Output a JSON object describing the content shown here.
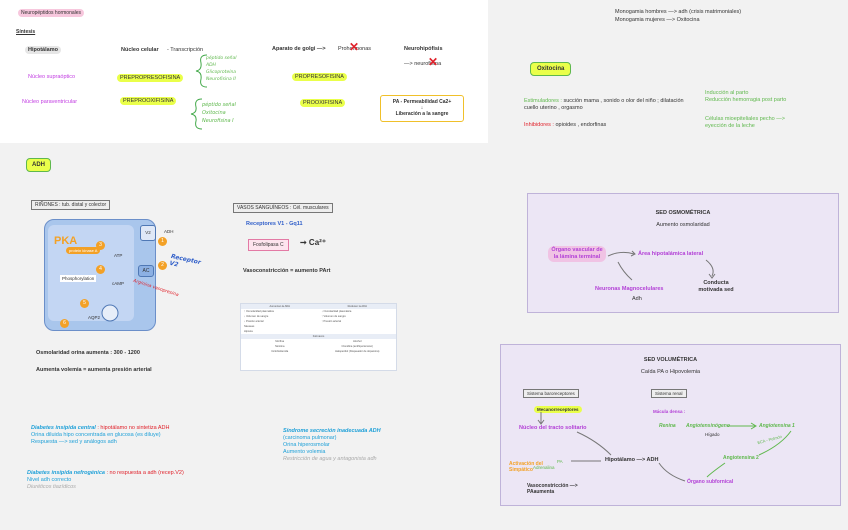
{
  "top": {
    "title": "Neuropéptidos hormonales",
    "sintesis_label": "Síntesis",
    "headers": [
      "Hipotálamo",
      "Núcleo celular",
      "Aparato de golgi —>",
      "Neurohipófisis"
    ],
    "transcripcion": "- Transcripción",
    "golgi_suffix": "Prohormonas",
    "neurohip_suffix": "—> neurofisina",
    "nucleo_supraoptico": "Núcleo supraóptico",
    "nucleo_paraventricular": "Núcleo paraventricular",
    "pre1": "PREPROPRESOFISINA",
    "pre2": "PREPROOXIFISINA",
    "pro1": "PROPRESOFISINA",
    "pro2": "PROOXIFISINA",
    "hand_top": [
      "péptido señal",
      "ADH",
      "Glicoproteína",
      "Neurofisina II"
    ],
    "hand_bottom": [
      "péptido señal",
      "Oxitocina",
      "Neurofisina I"
    ],
    "pa_box": "PA - Permeabilidad Ca2+",
    "pa_arrow": "↓",
    "pa_box2": "Liberación a la sangre",
    "right_line1": "Monogamia hombres —> adh (crisis matrimoniales)",
    "right_line2": "Monogamia mujeres —> Oxitocina",
    "oxitocina_label": "Oxitocina",
    "estimuladores_label": "Estimuladores :",
    "estimuladores_text": "succión mama , sonido o olor del niño ; dilatación cuello uterino , orgasmo",
    "inhibidores_label": "Inhibidores :",
    "inhibidores_text": "opioides , endorfinas",
    "induccion1": "Inducción al parto",
    "induccion2": "Reducción hemorragia post parto",
    "celulas1": "Células mioepiteliales pecho —>",
    "celulas2": "eyección de la leche"
  },
  "adh": {
    "label": "ADH",
    "rinones_label": "RIÑONES : tub. distal y colector",
    "vasos_label": "VASOS SANGUÍNEOS : Cél. musculares",
    "receptores": "Receptores V1 - Gq11",
    "fosfolipasa": "Fosfolipasa C",
    "vasoconstriccion": "Vasoconstricción = aumento PArt",
    "osmolaridad": "Osmolaridad orina aumenta :  300 - 1200",
    "volemia": "Aumenta volemia = aumenta presión arterial",
    "pka": "PKA",
    "protein_kinase": "protein kinase A",
    "phosphorylation": "Phosphorylation",
    "atp": "ATP",
    "camp": "cAMP",
    "ac": "AC",
    "aqp2": "AQP2",
    "v2r": "V2",
    "adh_tag": "ADH",
    "hand_v2": "Receptor V2",
    "hand_anatomy": "Arginina vasopresina",
    "table_head": [
      "Aumentan la ADH",
      "Reducen la ADH"
    ],
    "table_rows": [
      [
        "↑ Osmolaridad plasmática",
        "↓ Osmolaridad plasmática"
      ],
      [
        "↓ Volumen de sangre",
        "↑ Volumen de sangre"
      ],
      [
        "↓ Presión arterial",
        "↑ Presión arterial"
      ],
      [
        "Náuseas",
        ""
      ],
      [
        "Hipoxia",
        ""
      ]
    ],
    "table_sub": "Fármacos",
    "table_rows2": [
      [
        "Morfina",
        "Alcohol"
      ],
      [
        "Nicotina",
        "Clonidina (antihipertensivo)"
      ],
      [
        "Ciclofosfamida",
        "Haloperidol (bloqueador de dopamina)"
      ]
    ]
  },
  "diabetes": {
    "central_title": "Diabetes insípida central",
    "central_desc": ": hipotálamo no sintetiza ADH",
    "central_l1": "Orina diluida hipo concentrada en glucosa (es diluye)",
    "central_l2": "Respuesta —> sed  y  análogos adh",
    "nefro_title": "Diabetes insípida nefrogénica",
    "nefro_desc": ": no respuesta a adh (recep.V2)",
    "nefro_l1": "Nivel adh correcto",
    "nefro_l2": "Diuréticos tiazídicos",
    "siadh_title": "Síndrome secreción inadecuada ADH",
    "siadh_l1": "(carcinoma pulmonar)",
    "siadh_l2": "Orina hiperosmolar",
    "siadh_l3": "Aumento volemia",
    "siadh_l4": "Restricción de agua y antagonista adh"
  },
  "sed_osmo": {
    "title": "SED OSMOMÉTRICA",
    "subtitle": "Aumento osmolaridad",
    "organo": "Órgano vascular de la lámina terminal",
    "area": "Área hipotalámica lateral",
    "neuronas": "Neuronas Magnocelulares",
    "adh": "Adh",
    "conducta": "Conducta motivada sed"
  },
  "sed_vol": {
    "title": "SED VOLUMÉTRICA",
    "subtitle": "Caída PA o Hipovolemia",
    "sistema1": "Sistema baroreceptores",
    "sistema2": "Sistema renal",
    "mecano": "Mecanorreceptores",
    "barorreceptores": "Barorreceptores",
    "nucleo": "Núcleo del tracto solitario",
    "hipotalamo": "Hipotálamo —> ADH",
    "macula": "Mácula densa :",
    "renina": "Renina",
    "angiotensinogeno": "Angiotensinógeno",
    "higado": "Hígado",
    "ang1": "Angiotensina 1",
    "eca": "ECA - Pulmón",
    "ang2": "Angiotensina 2",
    "organo_sub": "Órgano subfornical",
    "activacion": "Activación del Simpático",
    "pa": "PA",
    "adrenal": "Adrenalina",
    "vaso": "Vasoconstricción —> PAaumenta"
  },
  "colors": {
    "yellow": "#eaff4a",
    "green": "#5fb84d",
    "purple": "#b23fd6",
    "red": "#e0222b",
    "blue": "#1ea0d8"
  }
}
